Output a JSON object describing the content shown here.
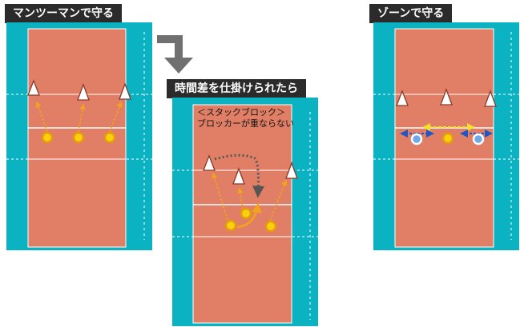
{
  "titles": {
    "man_to_man": "マンツーマンで守る",
    "zone": "ゾーンで守る",
    "staggered": "時間差を仕掛けられたら"
  },
  "note": {
    "line1": "＜スタックブロック＞",
    "line2": "ブロッカーが重ならない"
  },
  "colors": {
    "floor": "#0bb3c2",
    "court": "#e07e66",
    "line": "#ffffff",
    "title_bg": "#2b2b2b",
    "arrow_orange": "#f2a31e",
    "arrow_blue": "#1f57c5",
    "arrow_yellow": "#f3e02b",
    "ball_fill": "#f7d10e",
    "ring_fill": "#6ea8e6",
    "dotted_arrow": "#555555",
    "corner_arrow": "#707070"
  },
  "icons": {
    "attacker": "white-triangle",
    "blocker": "yellow-circle",
    "zone_blocker": "blue-ring",
    "direction": "corner-down-arrow-icon"
  }
}
